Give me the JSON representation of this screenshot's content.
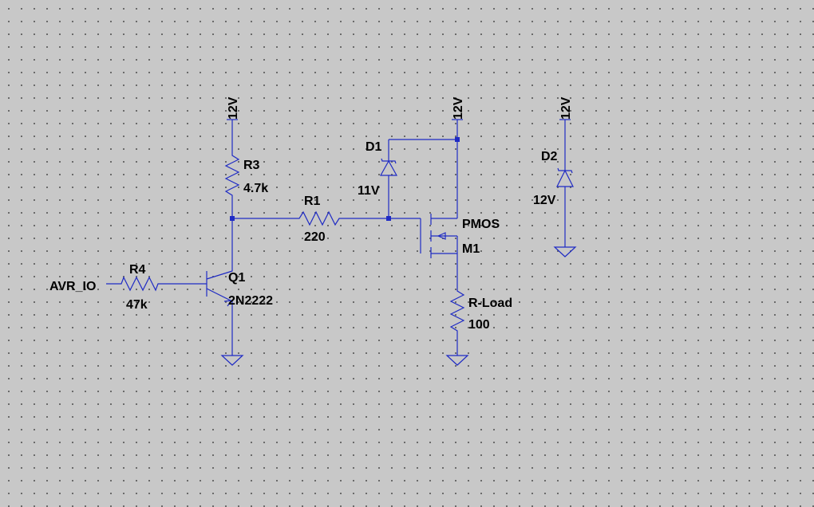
{
  "colors": {
    "wire": "#1f2bc4",
    "background": "#c8c8c8",
    "text": "#000000"
  },
  "supplies": [
    {
      "id": "left",
      "label": "12V"
    },
    {
      "id": "mid",
      "label": "12V"
    },
    {
      "id": "right",
      "label": "12V"
    }
  ],
  "components": {
    "r3": {
      "name": "R3",
      "value": "4.7k"
    },
    "r1": {
      "name": "R1",
      "value": "220"
    },
    "r4": {
      "name": "R4",
      "value": "47k"
    },
    "d1": {
      "name": "D1",
      "value": "11V"
    },
    "d2": {
      "name": "D2",
      "value": "12V"
    },
    "q1": {
      "name": "Q1",
      "value": "2N2222"
    },
    "m1": {
      "name": "M1",
      "value": "PMOS"
    },
    "rload": {
      "name": "R-Load",
      "value": "100"
    }
  },
  "nets": {
    "input": "AVR_IO"
  }
}
